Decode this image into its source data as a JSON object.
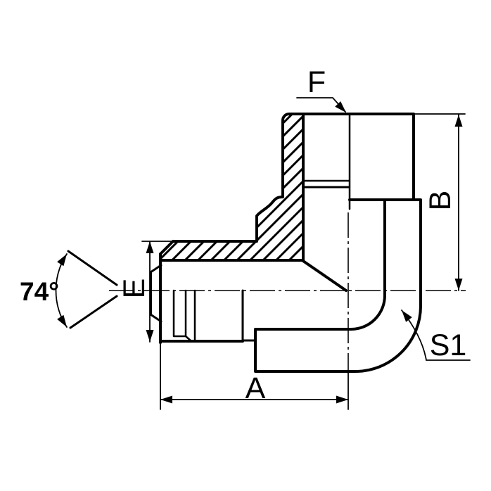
{
  "drawing": {
    "type": "technical-section-drawing",
    "subject": "90-degree elbow hydraulic fitting, male 74-degree flare to female port, quarter section view",
    "colors": {
      "background": "#ffffff",
      "line": "#000000"
    },
    "labels": {
      "f": {
        "text": "F"
      },
      "b": {
        "text": "B"
      },
      "e": {
        "text": "E"
      },
      "a": {
        "text": "A"
      },
      "s1": {
        "text": "S1"
      },
      "angle": {
        "text": "74°"
      }
    }
  }
}
